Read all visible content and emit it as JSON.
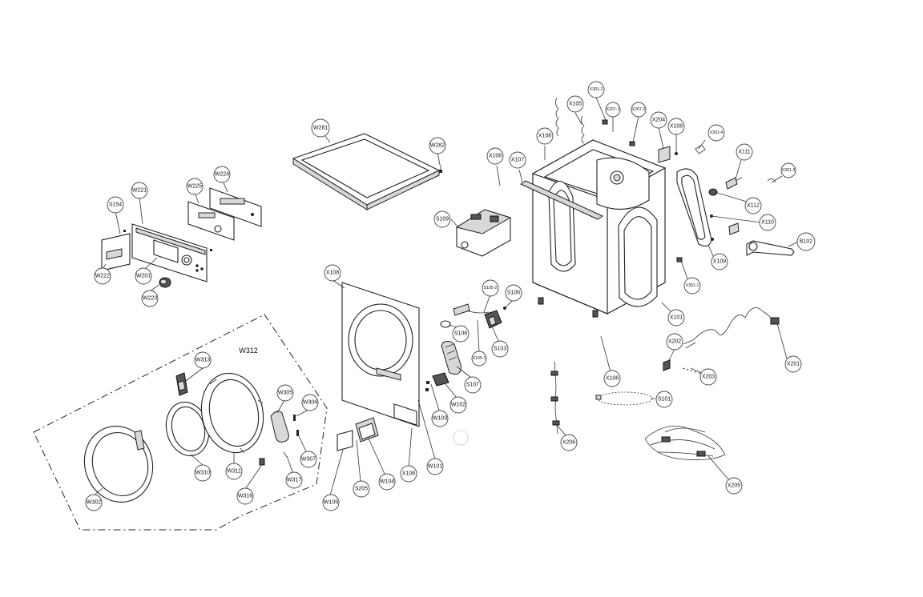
{
  "diagram": {
    "assembly_label": "W312",
    "callouts": [
      {
        "id": "X301-2"
      },
      {
        "id": "X105"
      },
      {
        "id": "X207-1"
      },
      {
        "id": "X207-2"
      },
      {
        "id": "X204"
      },
      {
        "id": "X108"
      },
      {
        "id": "X301-4"
      },
      {
        "id": "X108"
      },
      {
        "id": "X108"
      },
      {
        "id": "X107"
      },
      {
        "id": "X111"
      },
      {
        "id": "X301-3"
      },
      {
        "id": "X112"
      },
      {
        "id": "X110"
      },
      {
        "id": "B102"
      },
      {
        "id": "X109"
      },
      {
        "id": "X301-1"
      },
      {
        "id": "X101"
      },
      {
        "id": "X202"
      },
      {
        "id": "X203"
      },
      {
        "id": "X201"
      },
      {
        "id": "X106"
      },
      {
        "id": "S101"
      },
      {
        "id": "X206"
      },
      {
        "id": "X205"
      },
      {
        "id": "W281"
      },
      {
        "id": "W282"
      },
      {
        "id": "S109"
      },
      {
        "id": "W224"
      },
      {
        "id": "W225"
      },
      {
        "id": "W221"
      },
      {
        "id": "S154"
      },
      {
        "id": "W222"
      },
      {
        "id": "W201"
      },
      {
        "id": "W223"
      },
      {
        "id": "X108"
      },
      {
        "id": "S105-2"
      },
      {
        "id": "S106"
      },
      {
        "id": "S108"
      },
      {
        "id": "S103"
      },
      {
        "id": "S105-1"
      },
      {
        "id": "S107"
      },
      {
        "id": "W102"
      },
      {
        "id": "W103"
      },
      {
        "id": "W101"
      },
      {
        "id": "X108"
      },
      {
        "id": "W104"
      },
      {
        "id": "S205"
      },
      {
        "id": "W105"
      },
      {
        "id": "W313"
      },
      {
        "id": "W305"
      },
      {
        "id": "W306"
      },
      {
        "id": "W307"
      },
      {
        "id": "W317"
      },
      {
        "id": "W316"
      },
      {
        "id": "W311"
      },
      {
        "id": "W310"
      },
      {
        "id": "W302"
      }
    ]
  }
}
